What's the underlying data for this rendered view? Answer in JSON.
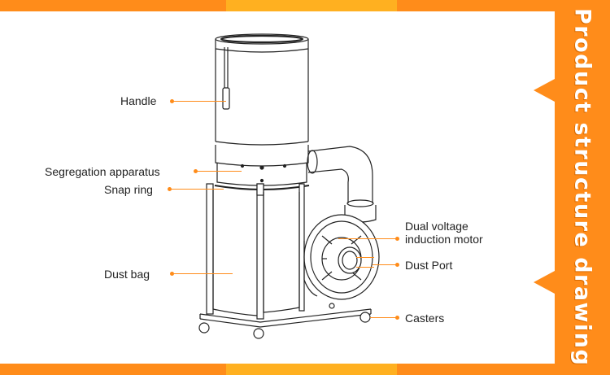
{
  "banner": {
    "title": "Product structure drawing"
  },
  "colors": {
    "accent": "#ff8c1a",
    "accent_light": "#ffb020",
    "line": "#222222"
  },
  "callouts": {
    "handle": "Handle",
    "segregation": "Segregation apparatus",
    "snap_ring": "Snap ring",
    "dust_bag": "Dust bag",
    "motor": "Dual voltage\ninduction motor",
    "motor_line1": "Dual voltage",
    "motor_line2": "induction motor",
    "dust_port": "Dust Port",
    "casters": "Casters"
  }
}
